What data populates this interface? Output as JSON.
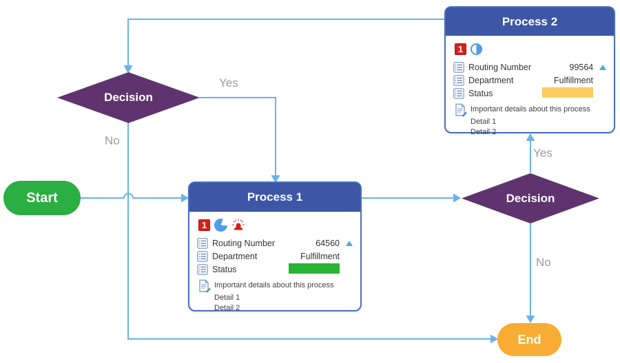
{
  "nodes": {
    "start": {
      "label": "Start",
      "fill": "#2BAE42"
    },
    "end": {
      "label": "End",
      "fill": "#F8AC33"
    },
    "decision_left": {
      "label": "Decision",
      "fill": "#5F346E"
    },
    "decision_right": {
      "label": "Decision",
      "fill": "#5F346E"
    },
    "process1": {
      "title": "Process 1",
      "header_fill": "#3D56A6",
      "icons": [
        "one-badge",
        "pie-chart",
        "siren"
      ],
      "badge_glyph": "1",
      "fields": [
        {
          "label": "Routing Number",
          "value": "64560",
          "sort": "ascending"
        },
        {
          "label": "Department",
          "value": "Fulfillment"
        },
        {
          "label": "Status",
          "bar_color": "#2BB335"
        }
      ],
      "note": "Important details about this process",
      "details": [
        "Detail 1",
        "Detail 2"
      ]
    },
    "process2": {
      "title": "Process 2",
      "header_fill": "#3D56A6",
      "icons": [
        "one-badge",
        "half-circle"
      ],
      "badge_glyph": "1",
      "fields": [
        {
          "label": "Routing Number",
          "value": "99564",
          "sort": "ascending"
        },
        {
          "label": "Department",
          "value": "Fulfillment"
        },
        {
          "label": "Status",
          "bar_color": "#FACD60"
        }
      ],
      "note": "Important details about this process",
      "details": [
        "Detail 1",
        "Detail 2"
      ]
    }
  },
  "edge_labels": {
    "decision_left_yes": "Yes",
    "decision_left_no": "No",
    "decision_right_yes": "Yes",
    "decision_right_no": "No"
  },
  "connectors": {
    "color": "#69B3E7"
  }
}
